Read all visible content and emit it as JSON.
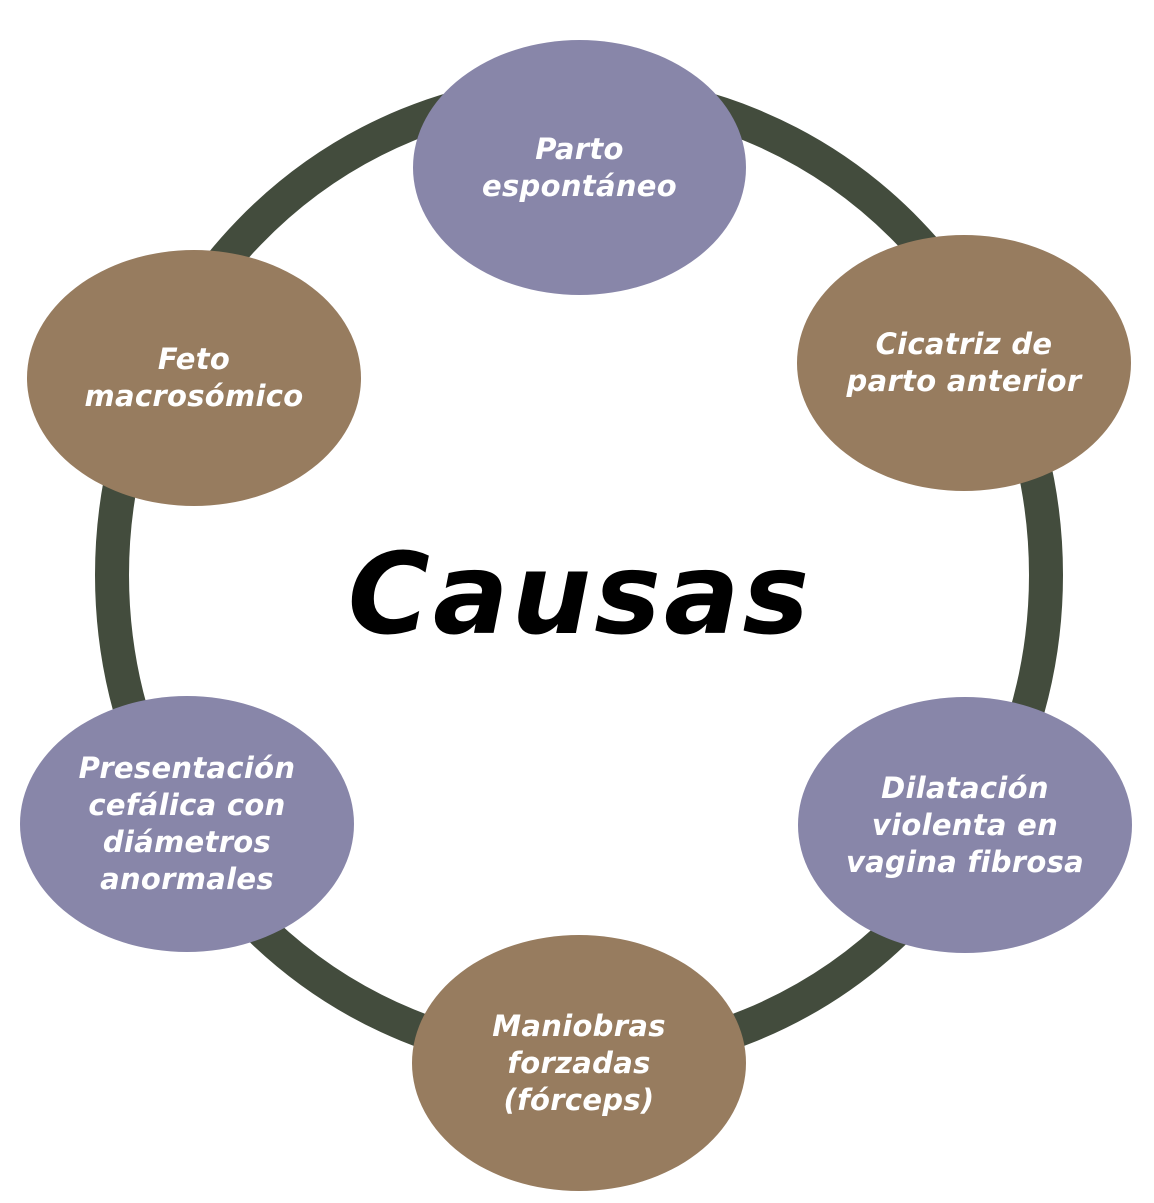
{
  "title": "Causas",
  "colors": {
    "ring": "#434c3d",
    "purple": "#8886a9",
    "brown": "#977c5f",
    "label_text": "#ffffff",
    "title_text": "#000000"
  },
  "nodes": [
    {
      "label": "Parto\nespontáneo",
      "color": "#8886a9"
    },
    {
      "label": "Cicatriz de\nparto anterior",
      "color": "#977c5f"
    },
    {
      "label": "Dilatación\nviolenta en\nvagina fibrosa",
      "color": "#8886a9"
    },
    {
      "label": "Maniobras\nforzadas\n(fórceps)",
      "color": "#977c5f"
    },
    {
      "label": "Presentación\ncefálica con\ndiámetros\nanormales",
      "color": "#8886a9"
    },
    {
      "label": "Feto\nmacrosómico",
      "color": "#977c5f"
    }
  ]
}
